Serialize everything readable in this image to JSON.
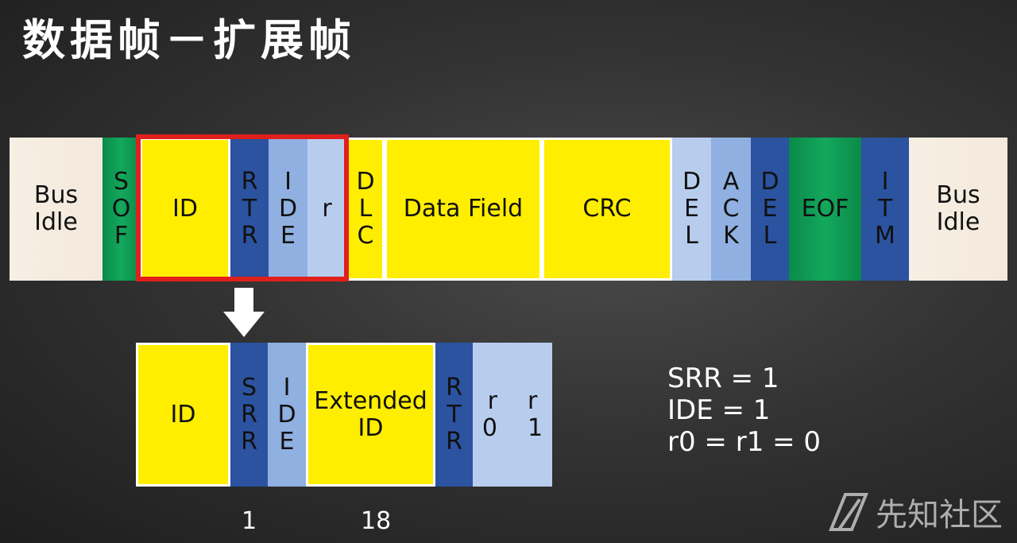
{
  "title": "数据帧－扩展帧",
  "top_frame": [
    {
      "label": "Bus\nIdle",
      "style": "cream"
    },
    {
      "label": "S\nO\nF",
      "style": "g"
    },
    {
      "label": "ID",
      "style": "y"
    },
    {
      "label": "R\nT\nR",
      "style": "db"
    },
    {
      "label": "I\nD\nE",
      "style": "mb"
    },
    {
      "label": "r",
      "style": "lb"
    },
    {
      "label": "D\nL\nC",
      "style": "y"
    },
    {
      "label": "Data Field",
      "style": "y"
    },
    {
      "label": "CRC",
      "style": "y"
    },
    {
      "label": "D\nE\nL",
      "style": "lb"
    },
    {
      "label": "A\nC\nK",
      "style": "mb"
    },
    {
      "label": "D\nE\nL",
      "style": "db"
    },
    {
      "label": "EOF",
      "style": "g"
    },
    {
      "label": "I\nT\nM",
      "style": "db"
    },
    {
      "label": "Bus\nIdle",
      "style": "cream"
    }
  ],
  "bottom_frame": [
    {
      "label": "ID",
      "style": "y"
    },
    {
      "label": "S\nR\nR",
      "style": "db"
    },
    {
      "label": "I\nD\nE",
      "style": "mb"
    },
    {
      "label": "Extended\nID",
      "style": "y"
    },
    {
      "label": "R\nT\nR",
      "style": "db"
    },
    {
      "label": "r    r\n0    1",
      "style": "lb"
    }
  ],
  "bit_counts": {
    "srr": "1",
    "ext_id": "18"
  },
  "equations": [
    "SRR = 1",
    "IDE = 1",
    "r0 = r1 = 0"
  ],
  "watermark": "先知社区"
}
